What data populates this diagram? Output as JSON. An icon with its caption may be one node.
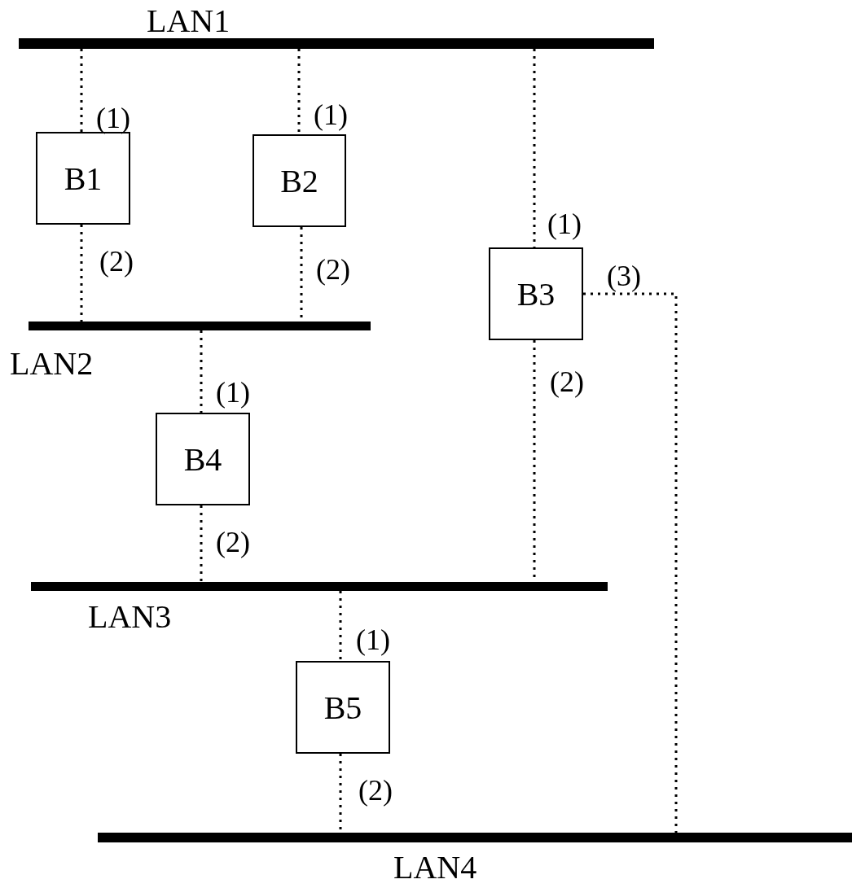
{
  "diagram": {
    "nodes": [
      {
        "text": [
          "LAN1"
        ]
      },
      {
        "text": [
          "B1"
        ]
      },
      {
        "text": [
          "B2"
        ]
      },
      {
        "text": [
          "B3"
        ]
      },
      {
        "text": [
          "LAN2"
        ]
      },
      {
        "text": [
          "B4"
        ]
      },
      {
        "text": [
          "LAN3"
        ]
      },
      {
        "text": [
          "B5"
        ]
      },
      {
        "text": [
          "LAN4"
        ]
      }
    ],
    "edges": [
      {
        "from": 0,
        "to": 1,
        "arrow": "none",
        "label": "(1)",
        "style": "dashed"
      },
      {
        "from": 1,
        "to": 4,
        "arrow": "none",
        "label": "(2)",
        "style": "dashed"
      },
      {
        "from": 0,
        "to": 2,
        "arrow": "none",
        "label": "(1)",
        "style": "dashed"
      },
      {
        "from": 2,
        "to": 4,
        "arrow": "none",
        "label": "(2)",
        "style": "dashed"
      },
      {
        "from": 0,
        "to": 3,
        "arrow": "none",
        "label": "(1)",
        "style": "dashed"
      },
      {
        "from": 3,
        "to": 6,
        "arrow": "none",
        "label": "(2)",
        "style": "dashed"
      },
      {
        "from": 3,
        "to": 8,
        "arrow": "none",
        "label": "(3)",
        "style": "dashed"
      },
      {
        "from": 4,
        "to": 5,
        "arrow": "none",
        "label": "(1)",
        "style": "dashed"
      },
      {
        "from": 5,
        "to": 6,
        "arrow": "none",
        "label": "(2)",
        "style": "dashed"
      },
      {
        "from": 6,
        "to": 7,
        "arrow": "none",
        "label": "(1)",
        "style": "dashed"
      },
      {
        "from": 7,
        "to": 8,
        "arrow": "none",
        "label": "(2)",
        "style": "dashed"
      }
    ]
  }
}
